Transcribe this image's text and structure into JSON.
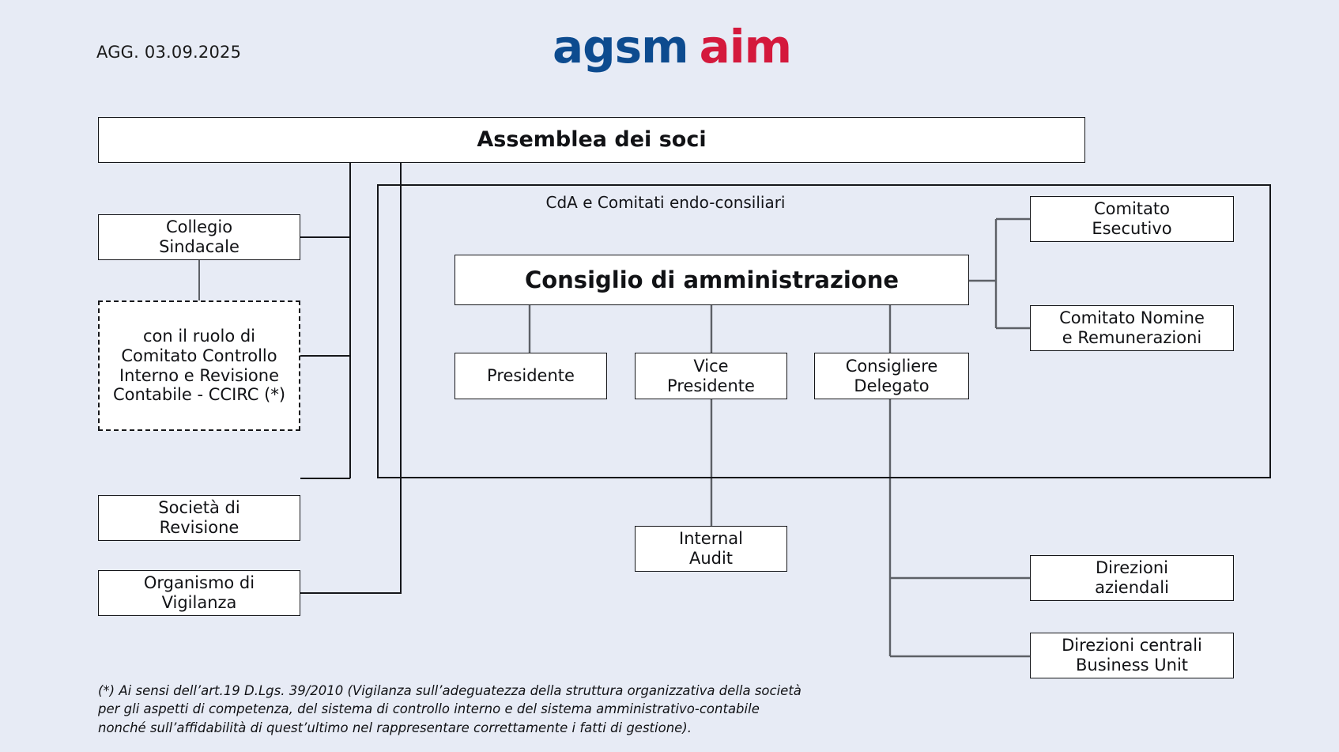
{
  "header": {
    "update_label": "AGG. 03.09.2025",
    "logo_primary": "agsm",
    "logo_secondary": "aim",
    "logo_primary_color": "#0d4b8f",
    "logo_secondary_color": "#d4193c"
  },
  "theme": {
    "background": "#e7ebf5",
    "box_fill": "#ffffff",
    "box_border": "#15161a",
    "connector": "#5d6066",
    "connector_dark": "#15161a",
    "text": "#111215"
  },
  "nodes": {
    "assemblea": {
      "label": "Assemblea dei soci"
    },
    "collegio_sindacale": {
      "line1": "Collegio",
      "line2": "Sindacale"
    },
    "ccirc": {
      "line1": "con il ruolo di",
      "line2": "Comitato Controllo",
      "line3": "Interno e Revisione",
      "line4": "Contabile - CCIRC (*)"
    },
    "societa_revisione": {
      "line1": "Società di",
      "line2": "Revisione"
    },
    "organismo_vigilanza": {
      "line1": "Organismo di",
      "line2": "Vigilanza"
    },
    "cda_group": {
      "label": "CdA e Comitati endo-consiliari"
    },
    "consiglio": {
      "label": "Consiglio di amministrazione"
    },
    "presidente": {
      "label": "Presidente"
    },
    "vice_presidente": {
      "line1": "Vice",
      "line2": "Presidente"
    },
    "consigliere_delegato": {
      "line1": "Consigliere",
      "line2": "Delegato"
    },
    "comitato_esecutivo": {
      "line1": "Comitato",
      "line2": "Esecutivo"
    },
    "comitato_nomine": {
      "line1": "Comitato Nomine",
      "line2": "e Remunerazioni"
    },
    "internal_audit": {
      "line1": "Internal",
      "line2": "Audit"
    },
    "direzioni_aziendali": {
      "line1": "Direzioni",
      "line2": "aziendali"
    },
    "direzioni_centrali": {
      "line1": "Direzioni centrali",
      "line2": "Business Unit"
    }
  },
  "footnote": {
    "line1": "(*) Ai sensi dell’art.19 D.Lgs. 39/2010 (Vigilanza sull’adeguatezza della struttura organizzativa della società",
    "line2": "per gli aspetti di competenza, del sistema di controllo interno e del sistema amministrativo-contabile",
    "line3": "nonché sull’affidabilità di quest’ultimo nel rappresentare correttamente i fatti di gestione)."
  }
}
